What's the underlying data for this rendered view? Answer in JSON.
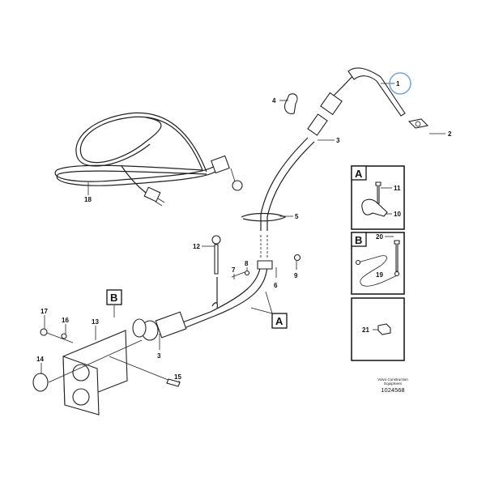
{
  "diagram": {
    "callouts": {
      "p1": "1",
      "p2": "2",
      "p3a": "3",
      "p3b": "3",
      "p4": "4",
      "p5": "5",
      "p6": "6",
      "p7": "7",
      "p8": "8",
      "p9": "9",
      "p10": "10",
      "p11": "11",
      "p12": "12",
      "p13": "13",
      "p14": "14",
      "p15": "15",
      "p16": "16",
      "p17": "17",
      "p18": "18",
      "p19": "19",
      "p20": "20",
      "p21": "21"
    },
    "views": {
      "a": "A",
      "b": "B",
      "detail_a": "A",
      "detail_b": "B"
    },
    "highlight_color": "#7aa7d6",
    "footer": {
      "line1": "Volvo Construction",
      "line2": "Equipment",
      "number": "1024568"
    }
  }
}
